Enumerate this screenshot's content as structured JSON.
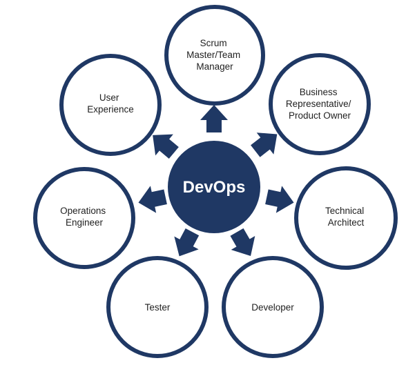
{
  "colors": {
    "primary": "#1f3864",
    "background": "#ffffff",
    "text": "#1f1f1f"
  },
  "center": {
    "label": "DevOps"
  },
  "nodes": [
    {
      "id": "scrum",
      "lines": [
        "Scrum",
        "Master/Team",
        "Manager"
      ]
    },
    {
      "id": "business",
      "lines": [
        "Business",
        "Representative/",
        "Product Owner"
      ]
    },
    {
      "id": "technical",
      "lines": [
        "Technical",
        "Architect"
      ]
    },
    {
      "id": "developer",
      "lines": [
        "Developer"
      ]
    },
    {
      "id": "tester",
      "lines": [
        "Tester"
      ]
    },
    {
      "id": "operations",
      "lines": [
        "Operations",
        "Engineer"
      ]
    },
    {
      "id": "ux",
      "lines": [
        "User",
        "Experience"
      ]
    }
  ]
}
